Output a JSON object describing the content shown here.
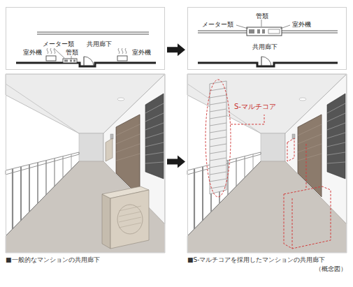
{
  "diagram": {
    "nodes": [
      {
        "text": [
          "メーター類",
          "管類",
          "共用廊下",
          "室外機",
          "室外機"
        ]
      },
      {
        "text": [
          "管類",
          "メーター類",
          "室外機",
          "共用廊下"
        ]
      },
      {
        "text": [
          "■一般的なマンションの共用廊下"
        ]
      },
      {
        "text": [
          "S-マルチコア",
          "■S-マルチコアを採用したマンションの共用廊下",
          "（概念図）"
        ]
      }
    ],
    "edges": [
      {
        "from": 0,
        "to": 1,
        "arrow": "to"
      },
      {
        "from": 2,
        "to": 3,
        "arrow": "to"
      }
    ]
  }
}
